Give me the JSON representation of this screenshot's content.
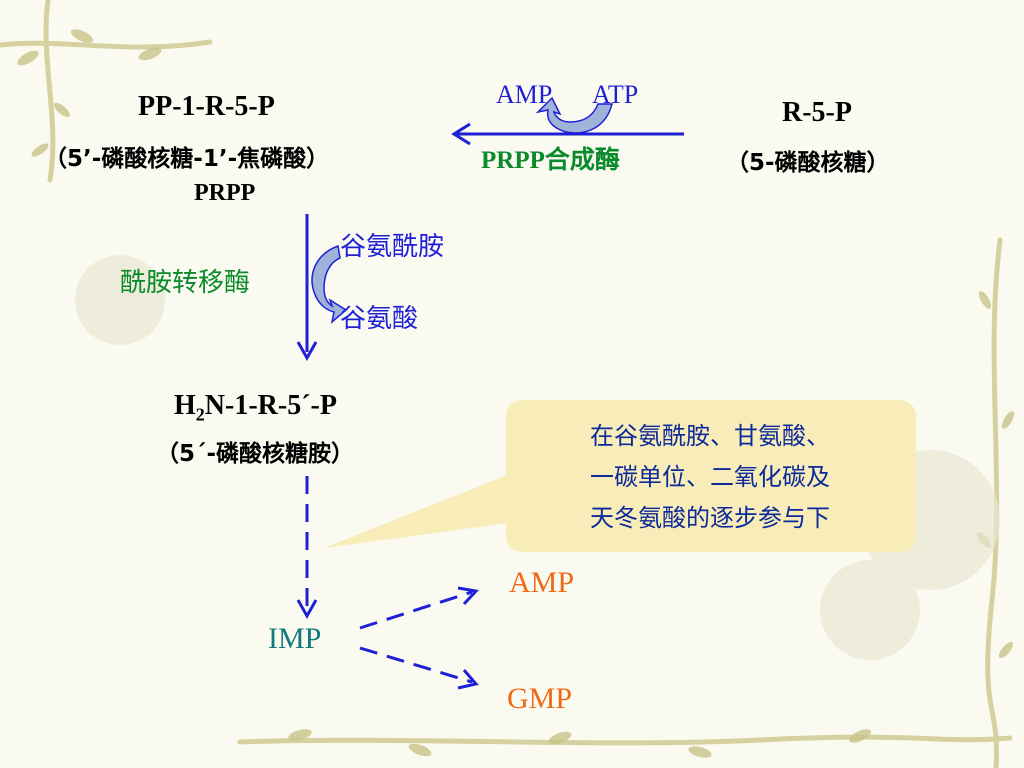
{
  "left_compound": {
    "abbr": "PP-1-R-5-P",
    "name": "（5’-磷酸核糖-1’-焦磷酸）",
    "short": "PRPP"
  },
  "right_compound": {
    "abbr": "R-5-P",
    "name": "（5-磷酸核糖）"
  },
  "reaction1": {
    "cofactor_out": "AMP",
    "cofactor_in": "ATP",
    "enzyme": "PRPP合成酶"
  },
  "reaction2": {
    "enzyme": "酰胺转移酶",
    "substrate_in": "谷氨酰胺",
    "product_out": "谷氨酸"
  },
  "amine": {
    "h": "H",
    "sub": "2",
    "rest": "N-1-R-5´-P",
    "name": "（5´-磷酸核糖胺）"
  },
  "callout": {
    "line1": "在谷氨酰胺、甘氨酸、",
    "line2": "一碳单位、二氧化碳及",
    "line3": "天冬氨酸的逐步参与下"
  },
  "imp": "IMP",
  "products": [
    "AMP",
    "GMP"
  ],
  "colors": {
    "arrow": "#1f1fd6",
    "curl": "#9fb3d8",
    "enzyme": "#0a8a2a",
    "product": "#f06a16",
    "imp": "#0e7a7a",
    "callout_bg": "#f8ecb8",
    "callout_text": "#0c2a9a"
  }
}
